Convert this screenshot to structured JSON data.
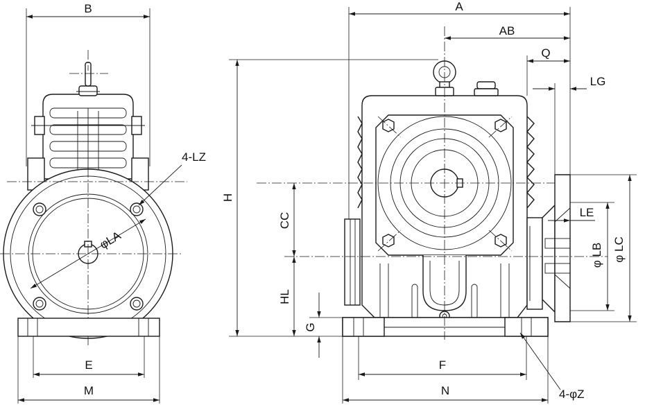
{
  "labels": {
    "B": "B",
    "A": "A",
    "AB": "AB",
    "Q": "Q",
    "LG": "LG",
    "H": "H",
    "four_LZ": "4-LZ",
    "phiLA": "φLA",
    "CC": "CC",
    "HL": "HL",
    "G": "G",
    "LE": "LE",
    "phiLB": "φ LB",
    "phiLC": "φ LC",
    "E": "E",
    "M": "M",
    "F": "F",
    "N": "N",
    "four_phiZ": "4-φZ"
  }
}
